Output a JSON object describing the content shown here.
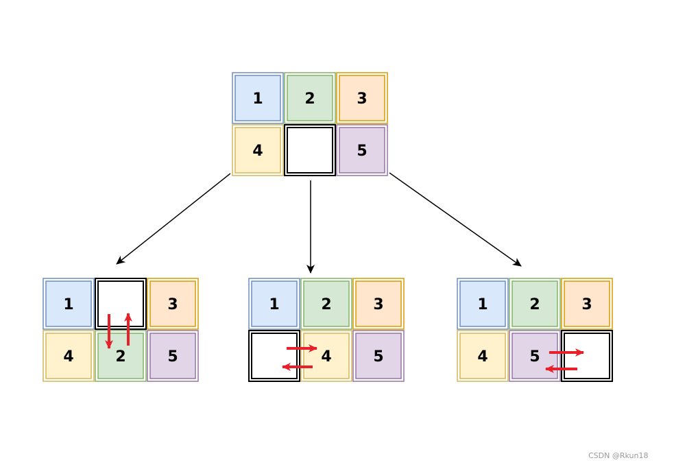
{
  "diagram": {
    "root": {
      "tiles": [
        {
          "label": "1",
          "color": "blue"
        },
        {
          "label": "2",
          "color": "green"
        },
        {
          "label": "3",
          "color": "orange"
        },
        {
          "label": "4",
          "color": "yellow"
        },
        {
          "label": "",
          "color": "blank"
        },
        {
          "label": "5",
          "color": "purple"
        }
      ]
    },
    "children": [
      {
        "tiles": [
          {
            "label": "1",
            "color": "blue"
          },
          {
            "label": "",
            "color": "blank"
          },
          {
            "label": "3",
            "color": "orange"
          },
          {
            "label": "4",
            "color": "yellow"
          },
          {
            "label": "2",
            "color": "green"
          },
          {
            "label": "5",
            "color": "purple"
          }
        ],
        "move": "vertical"
      },
      {
        "tiles": [
          {
            "label": "1",
            "color": "blue"
          },
          {
            "label": "2",
            "color": "green"
          },
          {
            "label": "3",
            "color": "orange"
          },
          {
            "label": "",
            "color": "blank"
          },
          {
            "label": "4",
            "color": "yellow"
          },
          {
            "label": "5",
            "color": "purple"
          }
        ],
        "move": "horizontal"
      },
      {
        "tiles": [
          {
            "label": "1",
            "color": "blue"
          },
          {
            "label": "2",
            "color": "green"
          },
          {
            "label": "3",
            "color": "orange"
          },
          {
            "label": "4",
            "color": "yellow"
          },
          {
            "label": "5",
            "color": "purple"
          },
          {
            "label": "",
            "color": "blank"
          }
        ],
        "move": "horizontal"
      }
    ],
    "palette": {
      "blue": {
        "fill": "#dae8fc",
        "stroke": "#6c8ebf"
      },
      "green": {
        "fill": "#d5e8d4",
        "stroke": "#82b366"
      },
      "orange": {
        "fill": "#ffe6cc",
        "stroke": "#d79b00"
      },
      "yellow": {
        "fill": "#fff2cc",
        "stroke": "#d6b656"
      },
      "purple": {
        "fill": "#e1d5e7",
        "stroke": "#9673a6"
      },
      "blank": {
        "fill": "#ffffff",
        "stroke": "#000000"
      }
    },
    "edge_color": "#000000",
    "move_arrow_color": "#e8202a"
  },
  "watermark": "CSDN @Rkun18"
}
